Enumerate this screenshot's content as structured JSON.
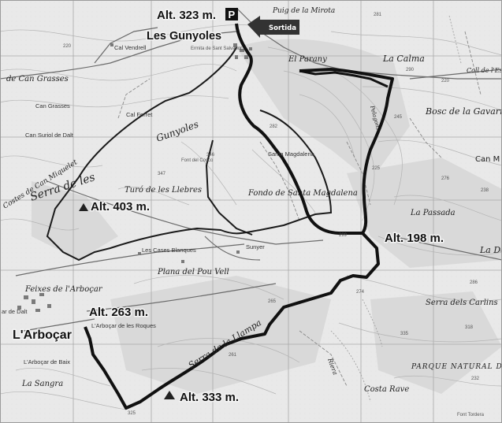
{
  "map": {
    "towns": {
      "gunyoles": "Les Gunyoles",
      "arbocar": "L'Arboçar"
    },
    "altitudes": {
      "start": "Alt. 323 m.",
      "ridge": "Alt. 403 m.",
      "east": "Alt. 198 m.",
      "village": "Alt. 263 m.",
      "south": "Alt. 333 m."
    },
    "parking_symbol": "P",
    "start_label": "Sortida",
    "places": {
      "puig_mirota": "Puig de la Mirota",
      "can_grasses_de": "de Can Grasses",
      "can_grasses": "Can Grasses",
      "can_suriol": "Can Suriol de Dalt",
      "cal_vendrell": "Cal Vendrell",
      "ermita": "Ermita de Sant Salvador",
      "cal_ferret": "Cal Ferret",
      "el_parany": "El Parany",
      "la_calma": "La Calma",
      "coll_estany": "Coll de l'Estany",
      "bosc_gavarra": "Bosc de la Gavarra",
      "can_m": "Can M",
      "serra_de_les": "Serra   de   les",
      "gunyoles_word": "Gunyoles",
      "costes": "Costes de Can Miquelet",
      "font_cosco": "Font del Cosco",
      "turo_llebres": "Turó de les Llebres",
      "fondo": "Fondo de Santa Magdalena",
      "santa_magdalena": "Santa Magdalena",
      "la_passada": "La Passada",
      "la_de": "La De",
      "cases_blanques": "Les Cases Blanques",
      "sunyer": "Sunyer",
      "plana_pou": "Plana del Pou Vell",
      "feixes": "Feixes de l'Arboçar",
      "arbocar_dalt": "ar de Dalt",
      "arbocar_roques": "L'Arboçar de les Roques",
      "arbocar_baix": "L'Arboçar de Baix",
      "la_sangra": "La Sangra",
      "serra_llampa": "Serra de la Llampa",
      "serra_carlins": "Serra dels Carlins",
      "parque": "PARQUE NATURAL D",
      "costa_rave": "Costa Rave",
      "riera": "Riera",
      "pelagons": "Pelagons",
      "font_tordera": "Font Tordera"
    },
    "elevations": [
      "281",
      "220",
      "290",
      "220",
      "282",
      "245",
      "347",
      "346",
      "225",
      "238",
      "276",
      "299",
      "265",
      "274",
      "335",
      "261",
      "286",
      "232",
      "325",
      "318"
    ]
  }
}
